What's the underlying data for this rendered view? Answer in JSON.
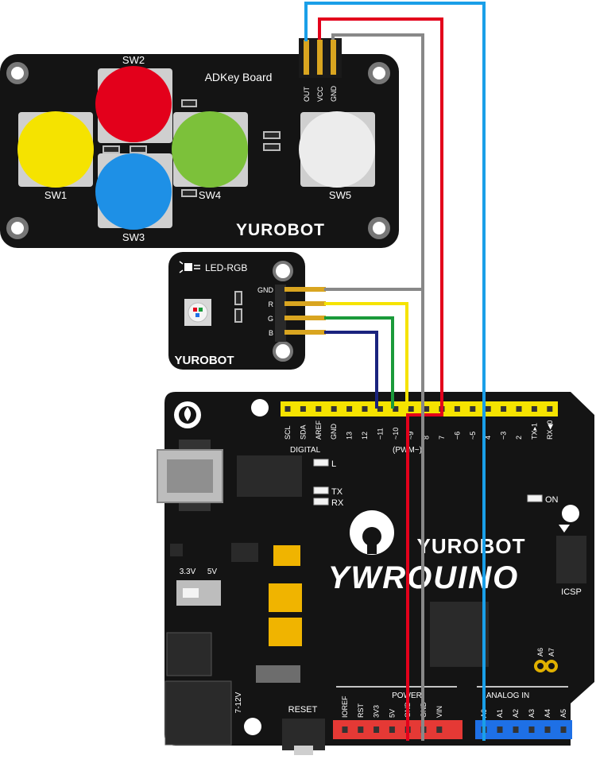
{
  "adkey": {
    "title": "ADKey Board",
    "brand": "YUROBOT",
    "pins": [
      "OUT",
      "VCC",
      "GND"
    ],
    "buttons": [
      {
        "label": "SW1",
        "color": "#f5e300"
      },
      {
        "label": "SW2",
        "color": "#e3001b"
      },
      {
        "label": "SW3",
        "color": "#1e90e6"
      },
      {
        "label": "SW4",
        "color": "#7cc13a"
      },
      {
        "label": "SW5",
        "color": "#ececec"
      }
    ]
  },
  "rgb_module": {
    "title": "LED-RGB",
    "brand": "YUROBOT",
    "pins": [
      "GND",
      "R",
      "G",
      "B"
    ]
  },
  "uno": {
    "brand": "YUROBOT",
    "logo": "YWROUINO",
    "top_pin_labels": [
      "SCL",
      "SDA",
      "AREF",
      "GND",
      "13",
      "12",
      "~11",
      "~10",
      "~9",
      "8",
      "7",
      "~6",
      "~5",
      "4",
      "~3",
      "2",
      "TX▸1",
      "RX◀0"
    ],
    "digital_label": "DIGITAL",
    "pwm_label": "(PWM~)",
    "leds": [
      "L",
      "TX",
      "RX",
      "ON"
    ],
    "voltage_labels": [
      "3.3V",
      "5V"
    ],
    "icsp_label": "ICSP",
    "a6a7": [
      "A6",
      "A7"
    ],
    "power_header": "POWER",
    "power_pins": [
      "IOREF",
      "RST",
      "3V3",
      "5V",
      "GND",
      "GND",
      "VIN"
    ],
    "analog_header": "ANALOG IN",
    "analog_pins": [
      "A0",
      "A1",
      "A2",
      "A3",
      "A4",
      "A5"
    ],
    "reset_label": "RESET",
    "dc_label": "7-12V"
  },
  "wire_colors": {
    "blue": "#1a9fe8",
    "red": "#e3001b",
    "gray": "#888888",
    "yellow": "#f5e300",
    "green": "#1a9a3a",
    "navy": "#1a237e"
  }
}
